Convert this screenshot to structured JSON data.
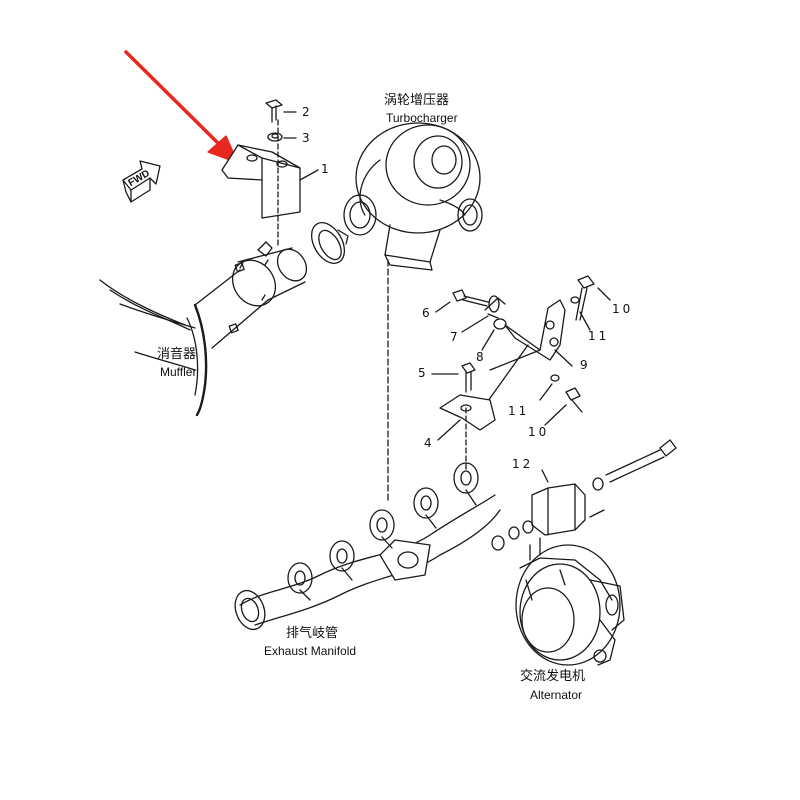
{
  "components": {
    "turbocharger": {
      "cn": "涡轮增压器",
      "en": "Turbocharger"
    },
    "muffler": {
      "cn": "消音器",
      "en": "Muffler"
    },
    "exhaust_manifold": {
      "cn": "排气岐管",
      "en": "Exhaust Manifold"
    },
    "alternator": {
      "cn": "交流发电机",
      "en": "Alternator"
    }
  },
  "fwd_label": "FWD",
  "callouts": {
    "c1": "1",
    "c2": "2",
    "c3": "3",
    "c4": "4",
    "c5": "5",
    "c6": "6",
    "c7": "7",
    "c8": "8",
    "c9": "9",
    "c10a": "10",
    "c10b": "10",
    "c11a": "11",
    "c11b": "11",
    "c12": "12"
  },
  "colors": {
    "line": "#1a1a1a",
    "highlight_arrow": "#e8281e",
    "background": "#ffffff"
  }
}
